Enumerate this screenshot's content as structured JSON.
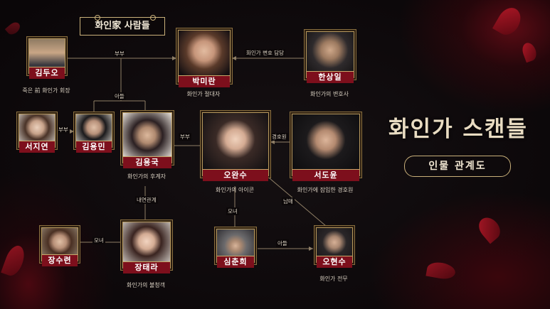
{
  "header": {
    "title": "화인家 사람들"
  },
  "logo": {
    "title": "화인가 스캔들",
    "subtitle": "인물 관계도"
  },
  "people": {
    "kim_du_o": {
      "name": "김두오",
      "caption": "죽은 前 화인가 회장"
    },
    "park_mi_ran": {
      "name": "박미란",
      "caption": "화인가 절대자"
    },
    "han_sang_il": {
      "name": "한상일",
      "caption": "화인가의 변호사"
    },
    "seo_ji_yeon": {
      "name": "서지연"
    },
    "kim_yong_min": {
      "name": "김용민"
    },
    "kim_yong_guk": {
      "name": "김용국",
      "caption": "화인가의 후계자"
    },
    "oh_wan_su": {
      "name": "오완수",
      "caption": "화인가의 아이콘"
    },
    "seo_do_yun": {
      "name": "서도윤",
      "caption": "화인가에 잠입한 경호원"
    },
    "jang_su_ryeon": {
      "name": "장수련"
    },
    "jang_tae_ra": {
      "name": "장태라",
      "caption": "화인가의 불청객"
    },
    "sim_chun_hui": {
      "name": "심춘희"
    },
    "oh_hyeon_su": {
      "name": "오현수",
      "caption": "화인가 전무"
    }
  },
  "relations": {
    "couple_top": "부부",
    "lawyer": "화인가 변호 담당",
    "son": "아들",
    "couple_left": "부부",
    "couple_mid": "부부",
    "bodyguard": "경호원",
    "affair": "내연관계",
    "siblings": "남매",
    "mother_daughter_left": "모녀",
    "mother_daughter_mid": "모녀",
    "son_bottom": "아들"
  }
}
